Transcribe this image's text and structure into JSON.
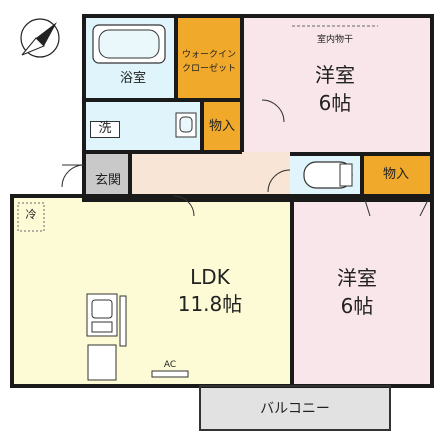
{
  "floorplan": {
    "rooms": {
      "bathroom": "浴室",
      "walk_in_closet_line1": "ウォークイン",
      "walk_in_closet_line2": "クローゼット",
      "western_room_north_line1": "洋室",
      "western_room_north_line2": "6帖",
      "indoor_drying": "室内物干",
      "washroom": "洗",
      "storage_center": "物入",
      "entrance": "玄関",
      "storage_east": "物入",
      "refrigerator": "冷",
      "ldk_line1": "LDK",
      "ldk_line2": "11.8帖",
      "western_room_south_line1": "洋室",
      "western_room_south_line2": "6帖",
      "air_conditioner": "AC",
      "balcony": "バルコニー"
    },
    "colors": {
      "wall": "#1a1a1a",
      "ldk_floor": "#fdfbd6",
      "western_room_floor": "#f9e6ea",
      "wet_area_floor": "#dff4fb",
      "storage_floor": "#f0a92a",
      "hallway_floor": "#f8e5d5",
      "entrance_floor": "#c9c9c9",
      "balcony_floor": "#e2e2e2"
    },
    "icons": [
      "compass-icon",
      "bathtub-icon",
      "sink-icon",
      "toilet-icon",
      "kitchen-sink-icon",
      "stove-icon"
    ]
  }
}
